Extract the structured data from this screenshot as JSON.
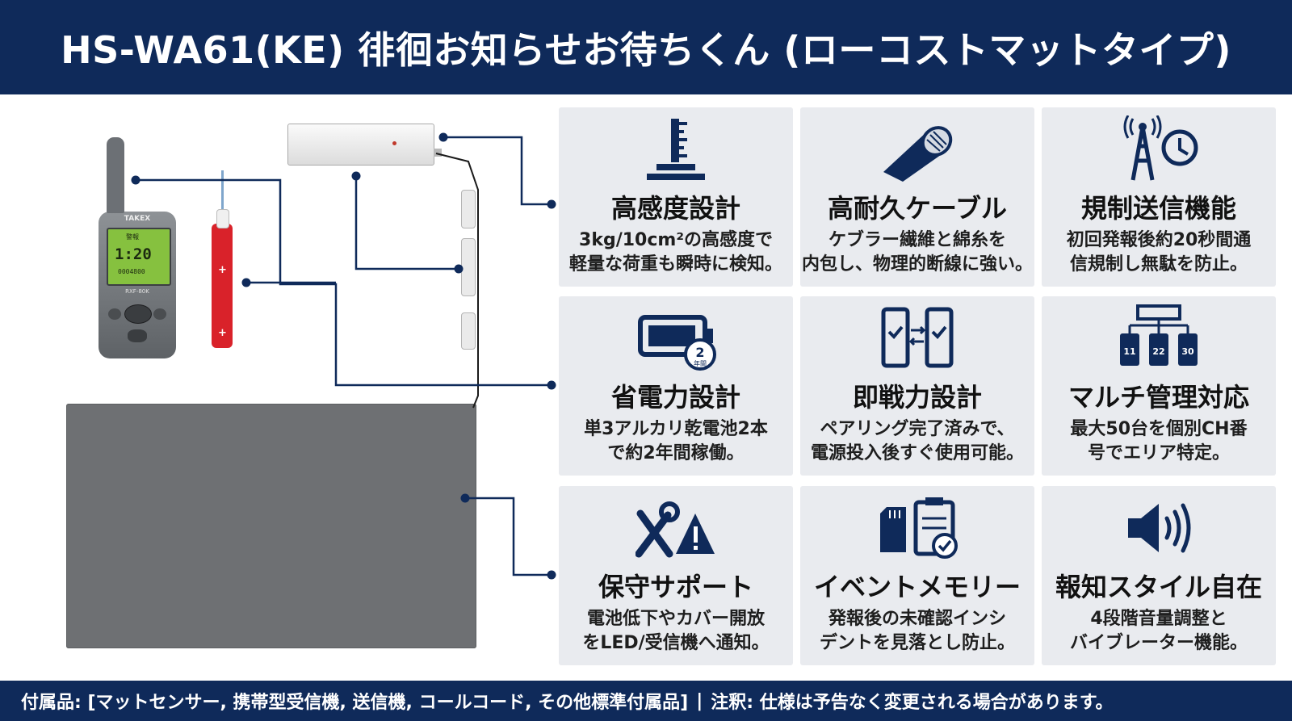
{
  "header": {
    "title": "HS-WA61(KE) 徘徊お知らせお待ちくん (ローコストマットタイプ)"
  },
  "products": {
    "receiver_brand": "TAKEX",
    "receiver_mode": "警報",
    "receiver_time": "1:20",
    "receiver_number": "0004800",
    "receiver_model": "RXF-80K"
  },
  "features": [
    {
      "id": "high-sensitivity",
      "icon": "scale-gauge-icon",
      "title": "高感度設計",
      "desc": [
        "3kg/10cm²の高感度で",
        "軽量な荷重も瞬時に検知。"
      ]
    },
    {
      "id": "durable-cable",
      "icon": "cable-icon",
      "title": "高耐久ケーブル",
      "desc": [
        "ケブラー繊維と綿糸を",
        "内包し、物理的断線に強い。"
      ]
    },
    {
      "id": "transmit-regulation",
      "icon": "antenna-clock-icon",
      "title": "規制送信機能",
      "desc": [
        "初回発報後約20秒間通",
        "信規制し無駄を防止。"
      ]
    },
    {
      "id": "power-saving",
      "icon": "battery-icon",
      "icon_label": "2",
      "icon_sub": "年間",
      "title": "省電力設計",
      "desc": [
        "単3アルカリ乾電池2本",
        "で約2年間稼働。"
      ]
    },
    {
      "id": "ready-to-use",
      "icon": "paired-phones-icon",
      "title": "即戦力設計",
      "desc": [
        "ペアリング完了済みで、",
        "電源投入後すぐ使用可能。"
      ]
    },
    {
      "id": "multi-management",
      "icon": "network-channels-icon",
      "icon_labels": [
        "11",
        "22",
        "30"
      ],
      "title": "マルチ管理対応",
      "desc": [
        "最大50台を個別CH番",
        "号でエリア特定。"
      ]
    },
    {
      "id": "maintenance-support",
      "icon": "tools-warning-icon",
      "title": "保守サポート",
      "desc": [
        "電池低下やカバー開放",
        "をLED/受信機へ通知。"
      ]
    },
    {
      "id": "event-memory",
      "icon": "sdcard-clipboard-icon",
      "title": "イベントメモリー",
      "desc": [
        "発報後の未確認インシ",
        "デントを見落とし防止。"
      ]
    },
    {
      "id": "alert-style",
      "icon": "speaker-icon",
      "title": "報知スタイル自在",
      "desc": [
        "4段階音量調整と",
        "バイブレーター機能。"
      ]
    }
  ],
  "footer": {
    "accessories": "付属品: [マットセンサー, 携帯型受信機, 送信機, コールコード, その他標準付属品]",
    "separator": "|",
    "note": "注釈: 仕様は予告なく変更される場合があります。"
  },
  "colors": {
    "navy": "#0f2a5a",
    "card_bg": "#e9ebef",
    "mat": "#6e7073",
    "callcord": "#d9222a",
    "lcd": "#86c13f"
  }
}
